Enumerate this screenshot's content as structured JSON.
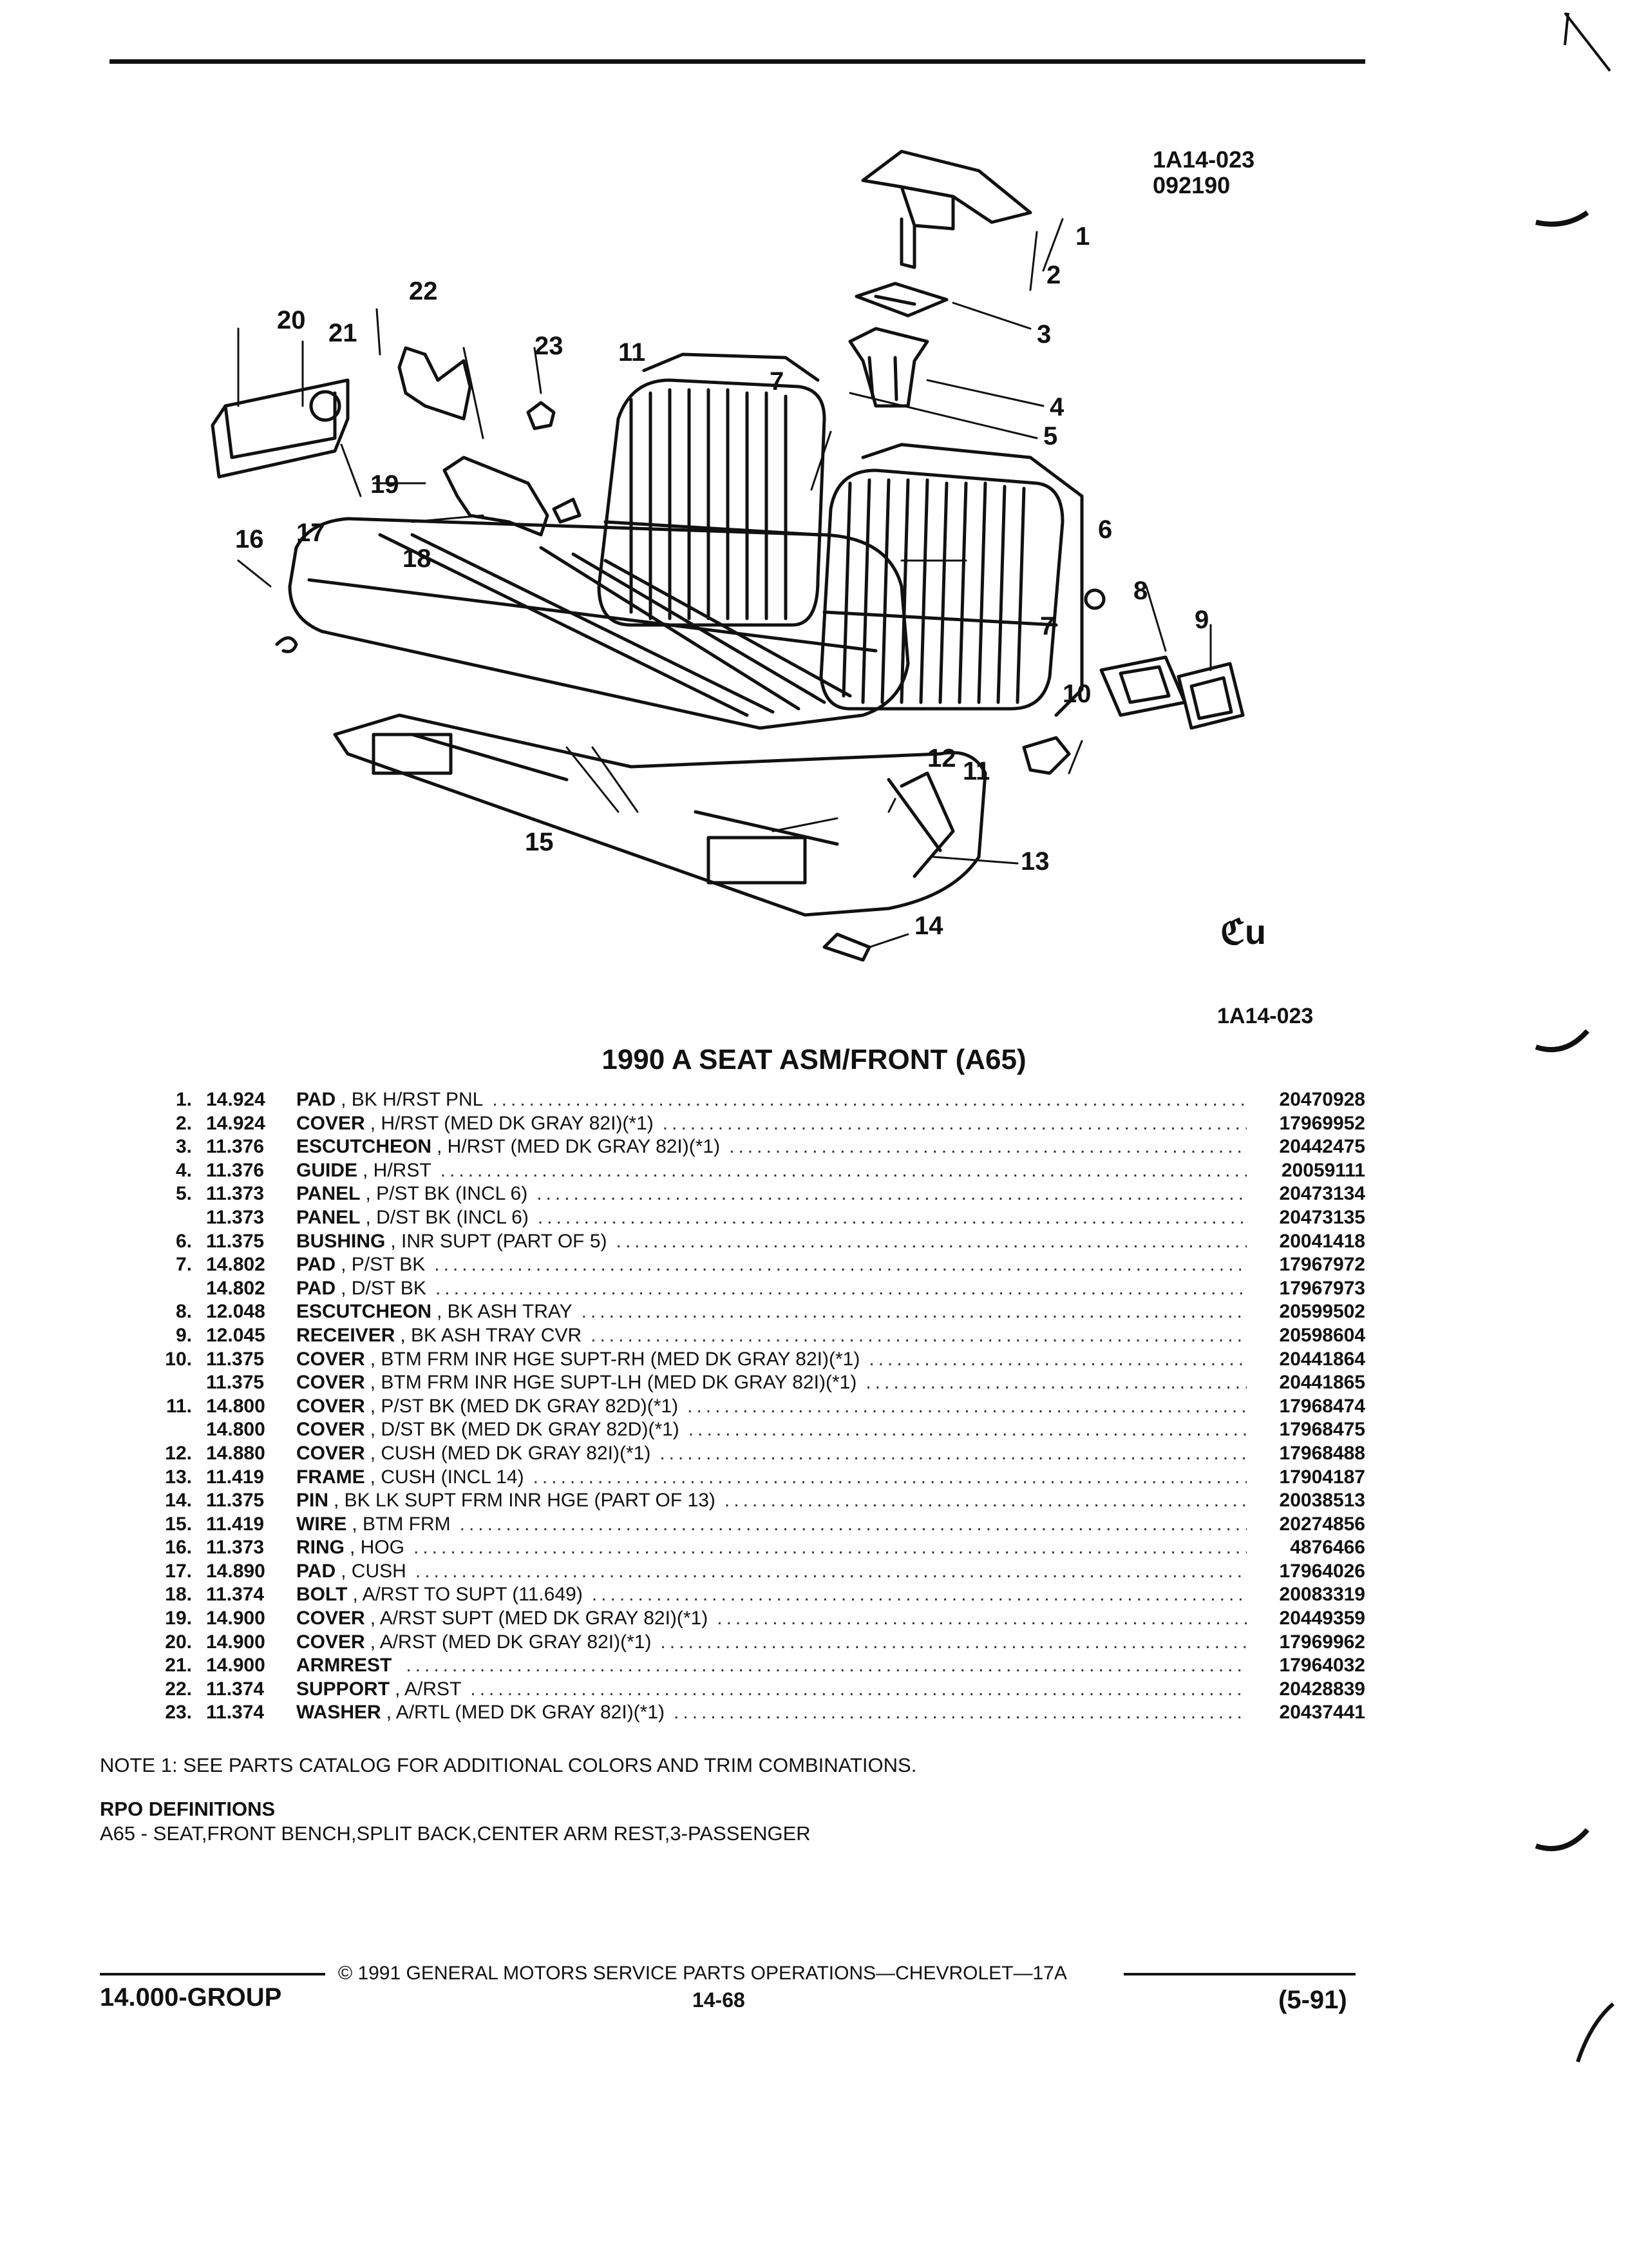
{
  "header": {
    "ref_code": "1A14-023",
    "ref_date": "092190",
    "ref_code_bottom": "1A14-023"
  },
  "diagram": {
    "callouts": [
      "1",
      "2",
      "3",
      "4",
      "5",
      "6",
      "7",
      "7",
      "8",
      "9",
      "10",
      "11",
      "11",
      "12",
      "13",
      "14",
      "15",
      "16",
      "17",
      "18",
      "19",
      "20",
      "21",
      "22",
      "23"
    ],
    "logo_mark": "ℭu"
  },
  "title": "1990 A SEAT ASM/FRONT (A65)",
  "parts": [
    {
      "num": "1.",
      "group": "14.924",
      "name": "PAD",
      "desc": ", BK H/RST PNL",
      "part": "20470928"
    },
    {
      "num": "2.",
      "group": "14.924",
      "name": "COVER",
      "desc": ", H/RST (MED DK GRAY 82I)(*1)",
      "part": "17969952"
    },
    {
      "num": "3.",
      "group": "11.376",
      "name": "ESCUTCHEON",
      "desc": ", H/RST (MED DK GRAY 82I)(*1)",
      "part": "20442475"
    },
    {
      "num": "4.",
      "group": "11.376",
      "name": "GUIDE",
      "desc": ", H/RST",
      "part": "20059111"
    },
    {
      "num": "5.",
      "group": "11.373",
      "name": "PANEL",
      "desc": ", P/ST BK (INCL 6)",
      "part": "20473134"
    },
    {
      "num": "",
      "group": "11.373",
      "name": "PANEL",
      "desc": ", D/ST BK (INCL 6)",
      "part": "20473135"
    },
    {
      "num": "6.",
      "group": "11.375",
      "name": "BUSHING",
      "desc": ", INR SUPT (PART OF 5)",
      "part": "20041418"
    },
    {
      "num": "7.",
      "group": "14.802",
      "name": "PAD",
      "desc": ", P/ST BK",
      "part": "17967972"
    },
    {
      "num": "",
      "group": "14.802",
      "name": "PAD",
      "desc": ", D/ST BK",
      "part": "17967973"
    },
    {
      "num": "8.",
      "group": "12.048",
      "name": "ESCUTCHEON",
      "desc": ", BK ASH TRAY",
      "part": "20599502"
    },
    {
      "num": "9.",
      "group": "12.045",
      "name": "RECEIVER",
      "desc": ", BK ASH TRAY CVR",
      "part": "20598604"
    },
    {
      "num": "10.",
      "group": "11.375",
      "name": "COVER",
      "desc": ", BTM FRM INR HGE SUPT-RH (MED DK GRAY 82I)(*1)",
      "part": "20441864"
    },
    {
      "num": "",
      "group": "11.375",
      "name": "COVER",
      "desc": ", BTM FRM INR HGE SUPT-LH (MED DK GRAY 82I)(*1)",
      "part": "20441865"
    },
    {
      "num": "11.",
      "group": "14.800",
      "name": "COVER",
      "desc": ", P/ST BK (MED DK GRAY 82D)(*1)",
      "part": "17968474"
    },
    {
      "num": "",
      "group": "14.800",
      "name": "COVER",
      "desc": ", D/ST BK (MED DK GRAY 82D)(*1)",
      "part": "17968475"
    },
    {
      "num": "12.",
      "group": "14.880",
      "name": "COVER",
      "desc": ", CUSH (MED DK GRAY 82I)(*1)",
      "part": "17968488"
    },
    {
      "num": "13.",
      "group": "11.419",
      "name": "FRAME",
      "desc": ", CUSH (INCL 14)",
      "part": "17904187"
    },
    {
      "num": "14.",
      "group": "11.375",
      "name": "PIN",
      "desc": ", BK LK SUPT FRM INR HGE (PART OF 13)",
      "part": "20038513"
    },
    {
      "num": "15.",
      "group": "11.419",
      "name": "WIRE",
      "desc": ", BTM FRM",
      "part": "20274856"
    },
    {
      "num": "16.",
      "group": "11.373",
      "name": "RING",
      "desc": ", HOG",
      "part": "4876466"
    },
    {
      "num": "17.",
      "group": "14.890",
      "name": "PAD",
      "desc": ", CUSH",
      "part": "17964026"
    },
    {
      "num": "18.",
      "group": "11.374",
      "name": "BOLT",
      "desc": ", A/RST TO SUPT (11.649)",
      "part": "20083319"
    },
    {
      "num": "19.",
      "group": "14.900",
      "name": "COVER",
      "desc": ", A/RST SUPT (MED DK GRAY 82I)(*1)",
      "part": "20449359"
    },
    {
      "num": "20.",
      "group": "14.900",
      "name": "COVER",
      "desc": ", A/RST (MED DK GRAY 82I)(*1)",
      "part": "17969962"
    },
    {
      "num": "21.",
      "group": "14.900",
      "name": "ARMREST",
      "desc": "",
      "part": "17964032"
    },
    {
      "num": "22.",
      "group": "11.374",
      "name": "SUPPORT",
      "desc": ", A/RST",
      "part": "20428839"
    },
    {
      "num": "23.",
      "group": "11.374",
      "name": "WASHER",
      "desc": ", A/RTL (MED DK GRAY 82I)(*1)",
      "part": "20437441"
    }
  ],
  "note": "NOTE  1:  SEE PARTS CATALOG FOR ADDITIONAL COLORS AND TRIM COMBINATIONS.",
  "rpo": {
    "heading": "RPO DEFINITIONS",
    "definition": "A65 - SEAT,FRONT BENCH,SPLIT BACK,CENTER ARM REST,3-PASSENGER"
  },
  "footer": {
    "copyright": "© 1991  GENERAL MOTORS SERVICE PARTS OPERATIONS—CHEVROLET—17A",
    "group": "14.000-GROUP",
    "page": "14-68",
    "date": "(5-91)"
  },
  "colors": {
    "ink": "#111111",
    "paper": "#ffffff"
  }
}
